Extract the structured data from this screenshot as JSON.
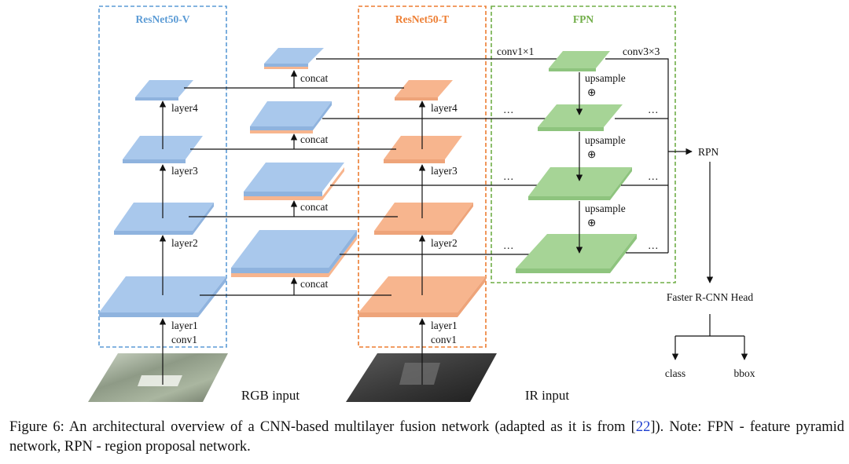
{
  "diagram": {
    "branches": {
      "visible_title": "ResNet50-V",
      "thermal_title": "ResNet50-T",
      "fpn_title": "FPN"
    },
    "colors": {
      "visible": "#a9c8ec",
      "visible_edge": "#8fb3de",
      "thermal": "#f7b58e",
      "thermal_edge": "#eea47a",
      "fpn": "#a6d496",
      "fpn_edge": "#8ec47e",
      "visible_box": "#5b9bd5",
      "thermal_box": "#ed7d31",
      "fpn_box": "#70ad47"
    },
    "labels": {
      "layer1": "layer1",
      "conv1": "conv1",
      "layer2": "layer2",
      "layer3": "layer3",
      "layer4": "layer4",
      "concat": "concat",
      "upsample": "upsample",
      "plus": "⊕",
      "conv1x1": "conv1×1",
      "conv3x3": "conv3×3",
      "ellipsis": "…",
      "rpn": "RPN",
      "head": "Faster R-CNN Head",
      "class": "class",
      "bbox": "bbox"
    },
    "inputs": {
      "rgb": "RGB input",
      "ir": "IR input"
    }
  },
  "caption": {
    "text_before": "Figure 6: An architectural overview of a CNN-based multilayer fusion network (adapted as it is from [",
    "ref": "22",
    "text_after": "]). Note: FPN - feature pyramid network, RPN - region proposal network."
  }
}
